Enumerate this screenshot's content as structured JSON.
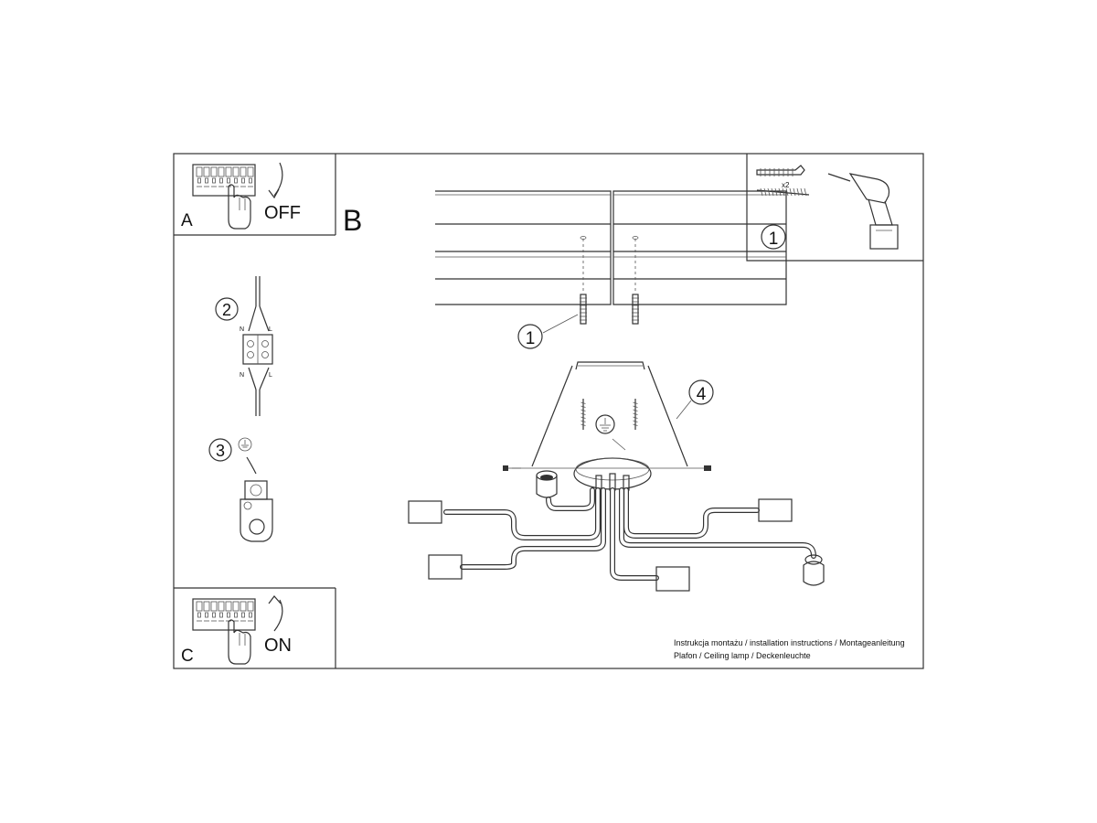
{
  "panels": {
    "a": {
      "letter": "A",
      "switch_label": "OFF"
    },
    "c": {
      "letter": "C",
      "switch_label": "ON"
    }
  },
  "main": {
    "letter": "B"
  },
  "steps": {
    "wiring": {
      "number": "2",
      "n_top": "N",
      "l_top": "L",
      "n_bottom": "N",
      "l_bottom": "L"
    },
    "earth": {
      "number": "3"
    },
    "anchors": {
      "number": "1"
    },
    "canopy": {
      "number": "4"
    }
  },
  "tools": {
    "number": "1",
    "quantity": "x2"
  },
  "footer": {
    "line1": "Instrukcja montażu / installation instructions / Montageanleitung",
    "line2": "Plafon / Ceiling lamp / Deckenleuchte"
  }
}
